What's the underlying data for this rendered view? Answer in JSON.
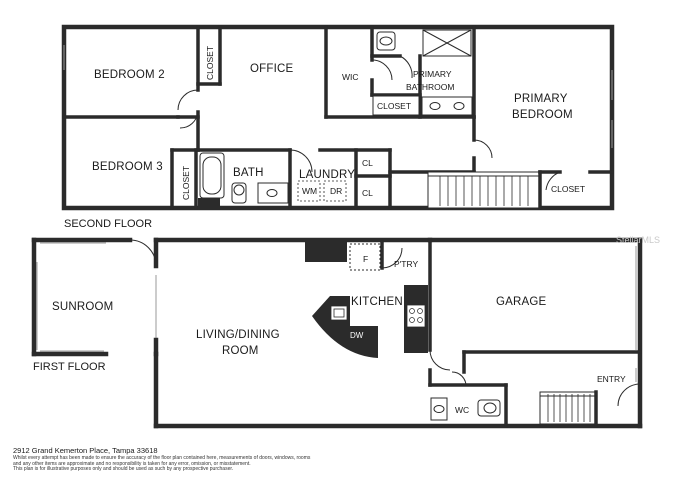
{
  "floors": {
    "second": "SECOND FLOOR",
    "first": "FIRST FLOOR"
  },
  "rooms": {
    "bedroom2": "BEDROOM 2",
    "closet_b2": "CLOSET",
    "office": "OFFICE",
    "wic": "WIC",
    "closet_mb_upper": "CLOSET",
    "primary_bath_1": "PRIMARY",
    "primary_bath_2": "BATHROOM",
    "primary_bed_1": "PRIMARY",
    "primary_bed_2": "BEDROOM",
    "bedroom3": "BEDROOM 3",
    "closet_b3": "CLOSET",
    "bath": "BATH",
    "laundry": "LAUNDRY",
    "wm": "WM",
    "dr": "DR",
    "cl1": "CL",
    "cl2": "CL",
    "closet_stairs": "CLOSET",
    "sunroom": "SUNROOM",
    "living_1": "LIVING/DINING",
    "living_2": "ROOM",
    "kitchen": "KITCHEN",
    "pantry": "P'TRY",
    "fridge": "F",
    "dishwasher": "DW",
    "garage": "GARAGE",
    "entry": "ENTRY",
    "wc": "WC"
  },
  "footer": {
    "address": "2912 Grand Kemerton Place, Tampa 33618",
    "disclaimer_1": "Whilst every attempt has been made to ensure the accuracy of the floor plan contained here, measurements of doors, windows, rooms and any other items are approximate and no responsibility is taken for any error, omission, or misstatement.",
    "disclaimer_2": "This plan is for illustrative purposes only and should be used as such by any prospective purchaser."
  },
  "watermark": "StellarMLS"
}
